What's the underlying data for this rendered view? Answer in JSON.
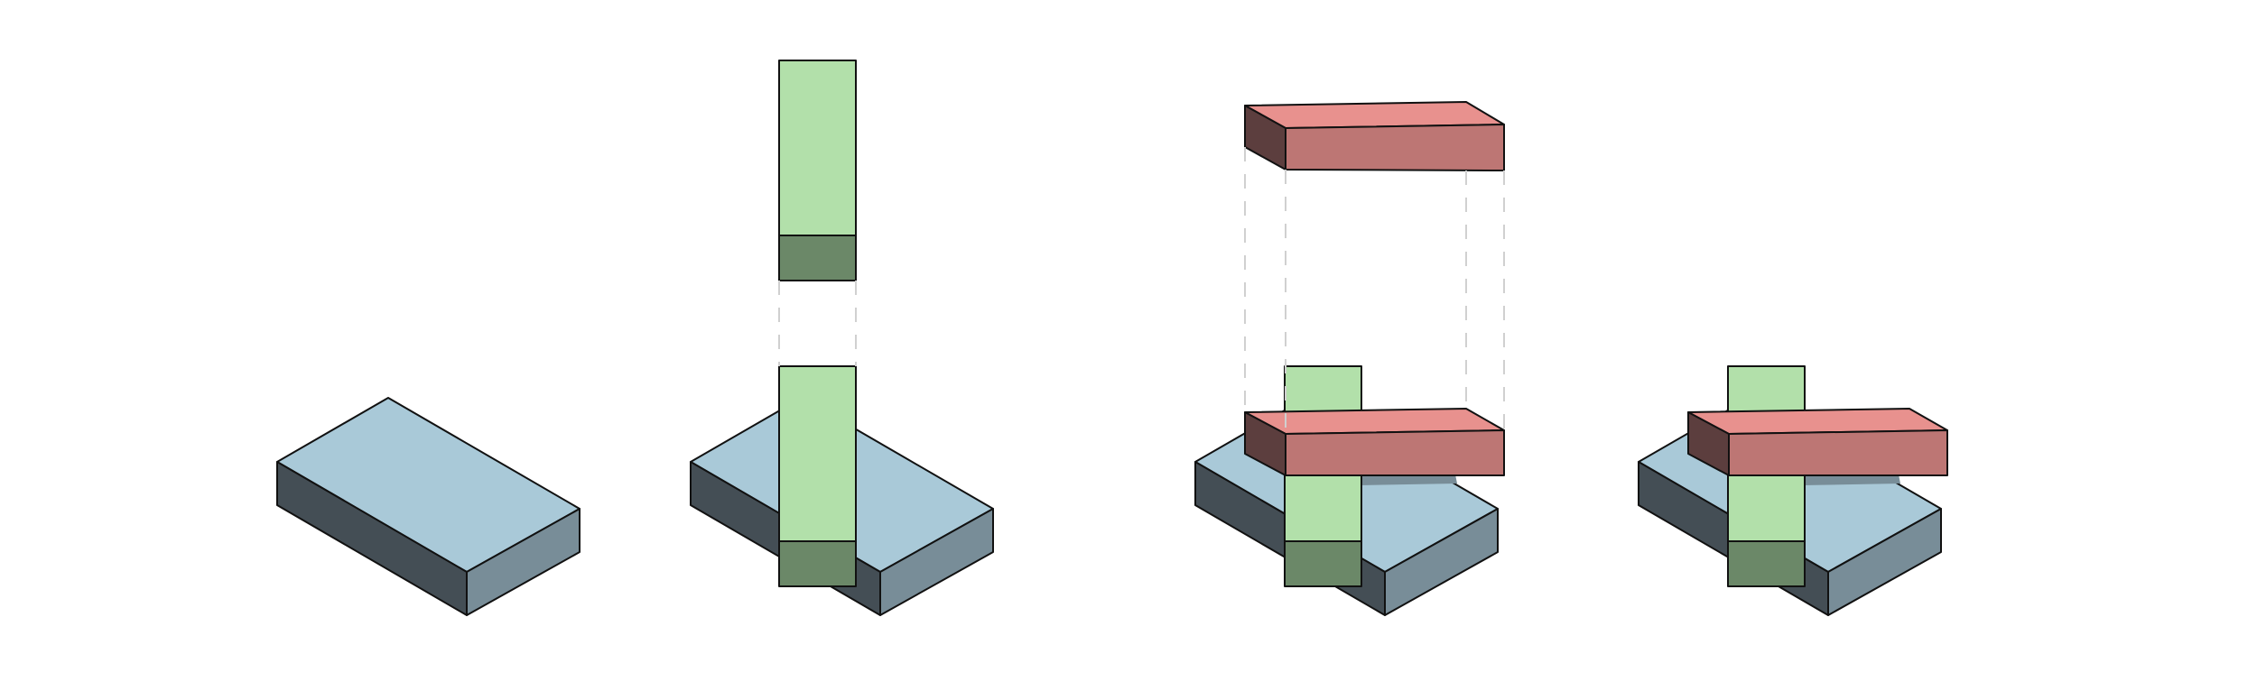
{
  "diagram": {
    "steps": [
      {
        "id": "step-1",
        "parts": [
          "base-slab"
        ]
      },
      {
        "id": "step-2",
        "parts": [
          "base-slab",
          "vertical-post"
        ]
      },
      {
        "id": "step-3",
        "parts": [
          "base-slab",
          "vertical-post",
          "horizontal-beam"
        ]
      },
      {
        "id": "step-4",
        "parts": [
          "base-slab",
          "vertical-post",
          "horizontal-beam"
        ]
      }
    ]
  },
  "colors": {
    "slab_top": "#a9c9d8",
    "slab_left": "#444e55",
    "slab_right": "#788d98",
    "post_front": "#b2e0aa",
    "post_base": "#6b8868",
    "beam_top": "#e8918e",
    "beam_front": "#bd7674",
    "beam_side": "#5c3e3e",
    "guide_line": "#d0d0d0",
    "outline": "#111111"
  }
}
